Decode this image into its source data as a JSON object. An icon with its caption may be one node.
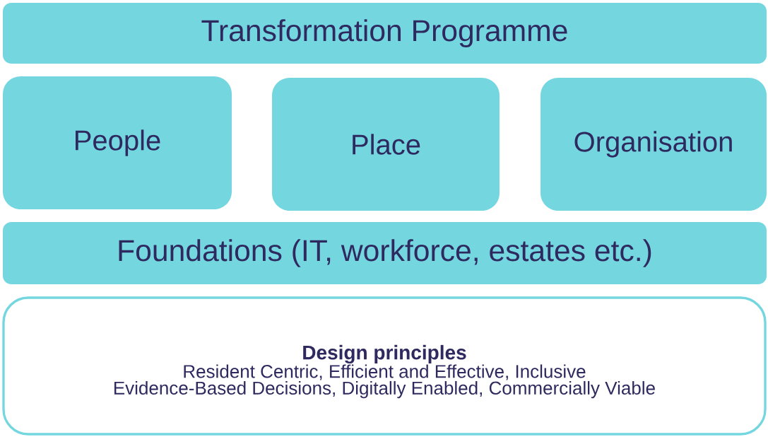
{
  "diagram": {
    "nodes": [
      {
        "text": [
          "Transformation Programme"
        ]
      },
      {
        "text": [
          "People"
        ]
      },
      {
        "text": [
          "Place"
        ]
      },
      {
        "text": [
          "Organisation"
        ]
      },
      {
        "text": [
          "Foundations (IT, workforce, estates etc.)"
        ]
      },
      {
        "text": [
          "Design principles",
          "Resident Centric, Efficient and Effective, Inclusive",
          "Evidence-Based Decisions, Digitally Enabled, Commercially Viable"
        ]
      }
    ]
  }
}
